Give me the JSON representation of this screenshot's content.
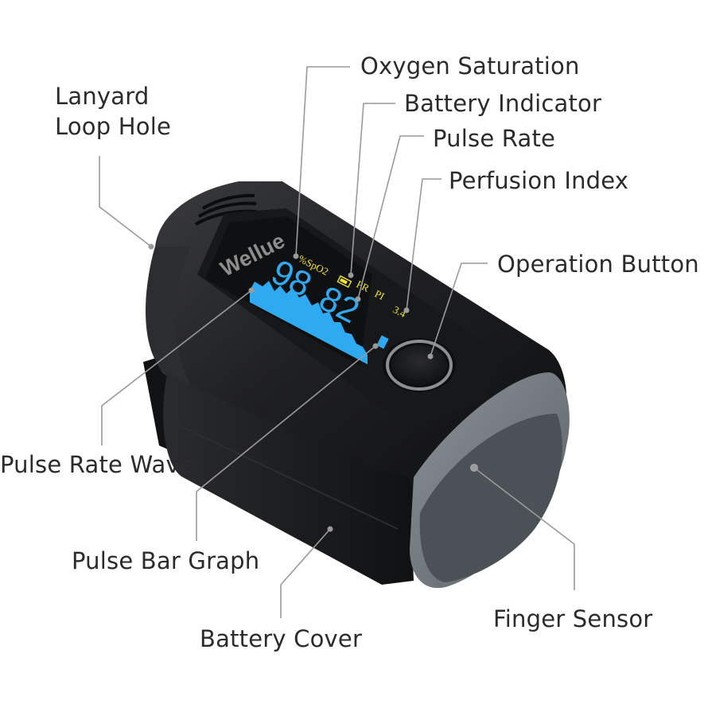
{
  "labels": {
    "oxygen_saturation": "Oxygen Saturation",
    "battery_indicator": "Battery Indicator",
    "pulse_rate": "Pulse Rate",
    "perfusion_index": "Perfusion Index",
    "operation_button": "Operation Button",
    "lanyard_line1": "Lanyard",
    "lanyard_line2": "Loop Hole",
    "pulse_rate_wave": "Pulse Rate Wave",
    "pulse_bar_graph": "Pulse Bar Graph",
    "battery_cover": "Battery Cover",
    "finger_sensor": "Finger Sensor"
  },
  "device": {
    "brand": "Wellue",
    "screen": {
      "spo2_unit": "%SpO2",
      "pr_label": "PR",
      "pi_label": "PI",
      "spo2_value": "98",
      "pr_value": "82",
      "pi_value": "3.4"
    }
  },
  "colors": {
    "label_text": "#2b2b2b",
    "leader_line": "#9a9a9a",
    "device_body": "#1d1e20",
    "screen_bg": "#0e1012",
    "digit_blue": "#2fa9ef",
    "caption_yellow": "#f2e52a",
    "sensor_grey": "#6d747a"
  }
}
